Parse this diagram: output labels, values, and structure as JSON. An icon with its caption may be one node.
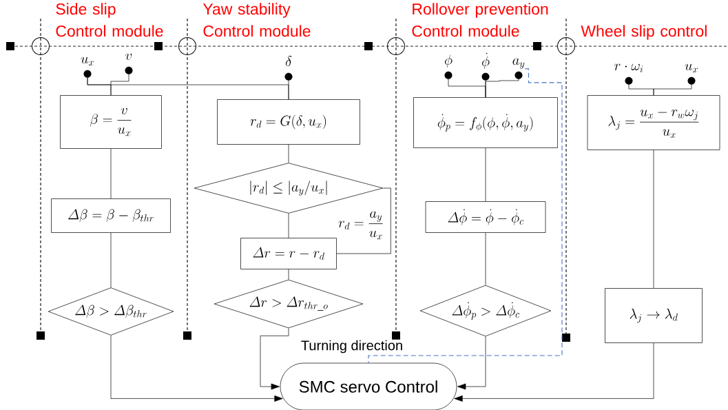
{
  "diagram": {
    "nodes": [
      {
        "text": [
          "u_x"
        ]
      },
      {
        "text": [
          "v"
        ]
      },
      {
        "text": [
          "\\beta = \\frac{v}{u_x}"
        ]
      },
      {
        "text": [
          "\\varDelta\\beta = \\beta - \\beta_{thr}"
        ]
      },
      {
        "text": [
          "\\varDelta\\beta > \\varDelta\\beta_{thr}"
        ]
      },
      {
        "text": [
          "\\delta"
        ]
      },
      {
        "text": [
          "r_d = G(\\delta, u_x)"
        ]
      },
      {
        "text": [
          "\\left|r_d\\right| \\leq \\left|a_y / u_x\\right|"
        ]
      },
      {
        "text": [
          "\\varDelta r = r - r_d"
        ]
      },
      {
        "text": [
          "\\varDelta r > \\varDelta r_{thr\\_o}"
        ]
      },
      {
        "text": [
          "\\phi"
        ]
      },
      {
        "text": [
          "\\dot{\\phi}"
        ]
      },
      {
        "text": [
          "a_y"
        ]
      },
      {
        "text": [
          "\\dot{\\phi}_p = f_\\phi(\\phi, \\dot{\\phi}, a_y)"
        ]
      },
      {
        "text": [
          "\\varDelta\\dot{\\phi} = \\dot{\\phi} - \\dot{\\phi}_c"
        ]
      },
      {
        "text": [
          "\\varDelta\\dot{\\phi}_p > \\varDelta\\dot{\\phi}_c"
        ]
      },
      {
        "text": [
          "r \\cdot \\omega_i"
        ]
      },
      {
        "text": [
          "u_x"
        ]
      },
      {
        "text": [
          "\\lambda_j = \\frac{u_x - r_w \\omega_j}{u_x}"
        ]
      },
      {
        "text": [
          "\\lambda_j \\rightarrow \\lambda_d"
        ]
      },
      {
        "text": [
          "SMC servo Control"
        ]
      }
    ],
    "edges": [
      {
        "from": 0,
        "to": 2,
        "arrow": "none"
      },
      {
        "from": 1,
        "to": 2,
        "arrow": "none"
      },
      {
        "from": 0,
        "to": 6,
        "arrow": "none"
      },
      {
        "from": 5,
        "to": 6,
        "arrow": "none"
      },
      {
        "from": 2,
        "to": 3,
        "arrow": "none"
      },
      {
        "from": 3,
        "to": 4,
        "arrow": "none"
      },
      {
        "from": 4,
        "to": 20,
        "arrow": "to"
      },
      {
        "from": 6,
        "to": 7,
        "arrow": "none"
      },
      {
        "from": 7,
        "to": 8,
        "arrow": "none"
      },
      {
        "from": 7,
        "to": 8,
        "arrow": "none",
        "label": "r_d = \\frac{a_y}{u_x}"
      },
      {
        "from": 8,
        "to": 9,
        "arrow": "none"
      },
      {
        "from": 9,
        "to": 20,
        "arrow": "to"
      },
      {
        "from": 10,
        "to": 13,
        "arrow": "none"
      },
      {
        "from": 11,
        "to": 13,
        "arrow": "none"
      },
      {
        "from": 12,
        "to": 13,
        "arrow": "none"
      },
      {
        "from": 13,
        "to": 14,
        "arrow": "none"
      },
      {
        "from": 14,
        "to": 15,
        "arrow": "none"
      },
      {
        "from": 15,
        "to": 20,
        "arrow": "to"
      },
      {
        "from": 16,
        "to": 18,
        "arrow": "none"
      },
      {
        "from": 17,
        "to": 18,
        "arrow": "none"
      },
      {
        "from": 18,
        "to": 19,
        "arrow": "none"
      },
      {
        "from": 19,
        "to": 20,
        "arrow": "to"
      },
      {
        "from": 12,
        "to": 20,
        "arrow": "none",
        "label": "Turning direction",
        "style": "dashed",
        "color": "#4472c4"
      }
    ],
    "labels": [
      "Side slip Control module",
      "Yaw stability Control module",
      "Rollover prevention Control module",
      "Wheel slip control"
    ]
  }
}
